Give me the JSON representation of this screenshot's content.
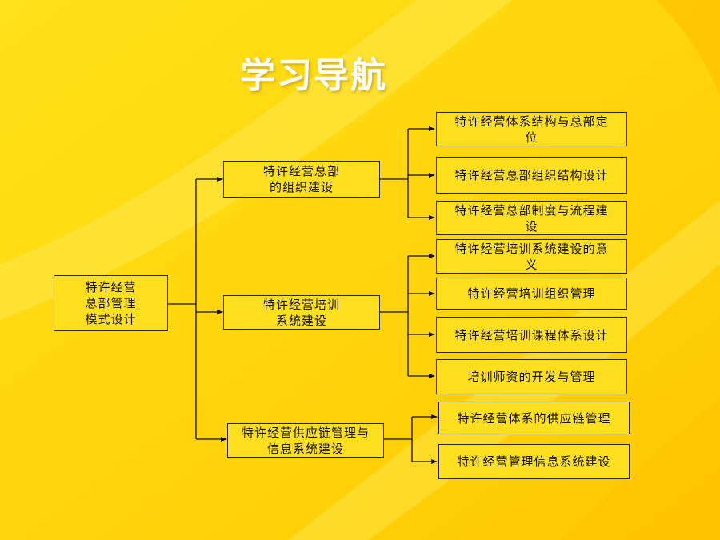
{
  "slide": {
    "title": "学习导航",
    "colors": {
      "background": "#ffd400",
      "node_fill": "#ffdf1e",
      "line": "#111111",
      "title": "#ffffff"
    }
  },
  "diagram": {
    "root": "特许经营\n总部管理\n模式设计",
    "branches": [
      {
        "label": "特许经营总部\n的组织建设",
        "children": [
          "特许经营体系结构与总部定\n位",
          "特许经营总部组织结构设计",
          "特许经营总部制度与流程建\n设"
        ]
      },
      {
        "label": "特许经营培训\n系统建设",
        "children": [
          "特许经营培训系统建设的意\n义",
          "特许经营培训组织管理",
          "特许经营培训课程体系设计",
          "培训师资的开发与管理"
        ]
      },
      {
        "label": "特许经营供应链管理与\n信息系统建设",
        "children": [
          "特许经营体系的供应链管理",
          "特许经营管理信息系统建设"
        ]
      }
    ]
  }
}
